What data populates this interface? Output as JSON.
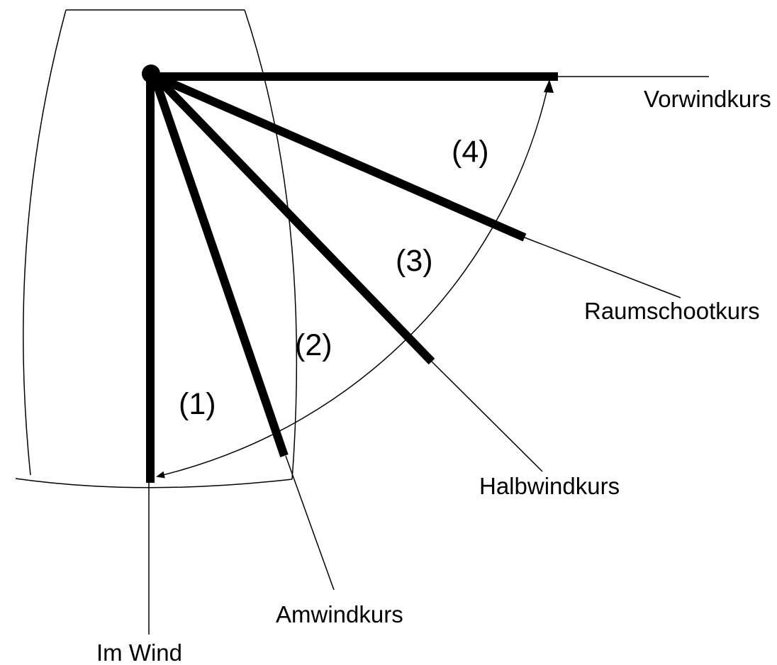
{
  "labels": {
    "vorwind": "Vorwindkurs",
    "raumschoot": "Raumschootkurs",
    "halbwind": "Halbwindkurs",
    "amwind": "Amwindkurs",
    "im_wind": "Im Wind"
  },
  "sectors": {
    "s1": "(1)",
    "s2": "(2)",
    "s3": "(3)",
    "s4": "(4)"
  },
  "colors": {
    "ink": "#000000",
    "background": "#ffffff"
  }
}
